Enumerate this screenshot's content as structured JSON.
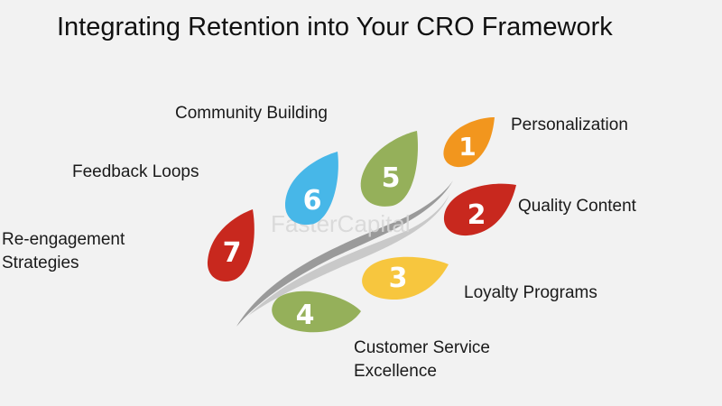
{
  "title": "Integrating Retention into Your CRO Framework",
  "watermark": "FasterCapital",
  "steps": [
    {
      "number": "1",
      "label": "Personalization",
      "color": "#f2961e"
    },
    {
      "number": "2",
      "label": "Quality Content",
      "color": "#c8281e"
    },
    {
      "number": "3",
      "label": "Loyalty Programs",
      "color": "#f7c63e"
    },
    {
      "number": "4",
      "label": "Customer Service Excellence",
      "label_lines": [
        "Customer Service",
        "Excellence"
      ],
      "color": "#95b05a"
    },
    {
      "number": "5",
      "label": "Community Building",
      "color": "#95b05a"
    },
    {
      "number": "6",
      "label": "Feedback Loops",
      "color": "#47b7e8"
    },
    {
      "number": "7",
      "label": "Re-engagement Strategies",
      "label_lines": [
        "Re-engagement",
        "Strategies"
      ],
      "color": "#c8281e"
    }
  ]
}
